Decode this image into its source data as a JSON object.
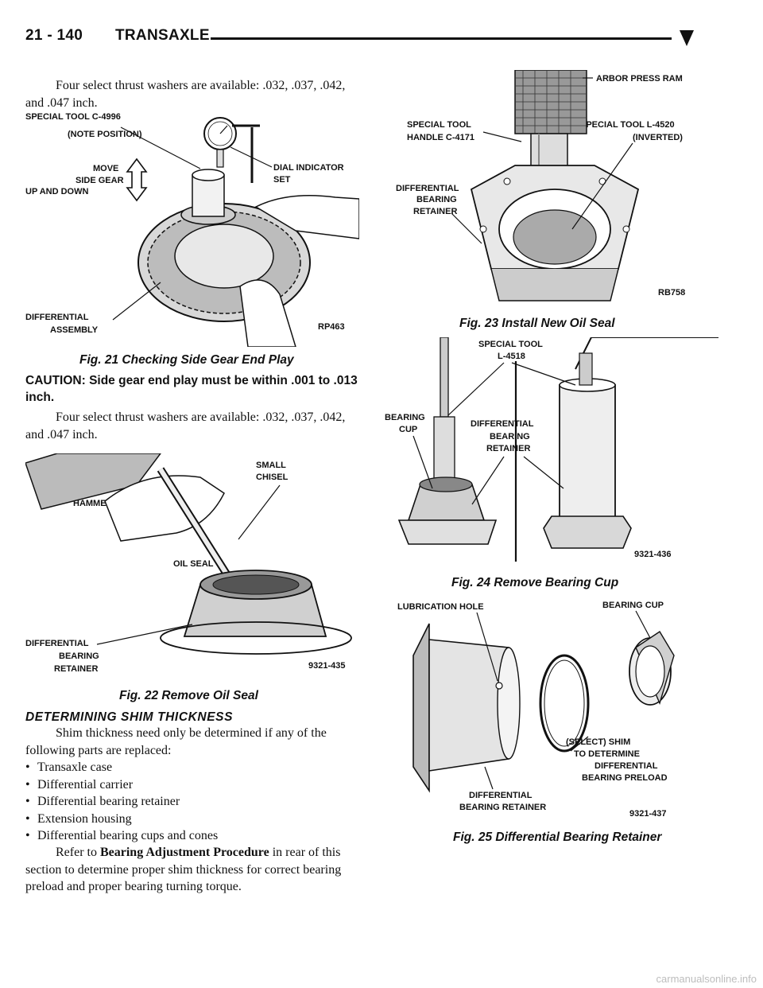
{
  "header": {
    "page_number": "21 - 140",
    "section": "TRANSAXLE"
  },
  "left_column": {
    "intro_text": "Four select thrust washers are available: .032, .037, .042, and .047 inch.",
    "fig21": {
      "caption": "Fig. 21 Checking Side Gear End Play",
      "labels": {
        "special_tool": "SPECIAL TOOL C-4996",
        "note_position": "(NOTE POSITION)",
        "move": "MOVE",
        "side_gear": "SIDE GEAR",
        "up_down": "UP AND DOWN",
        "dial_indicator": "DIAL INDICATOR",
        "set": "SET",
        "differential": "DIFFERENTIAL",
        "assembly": "ASSEMBLY",
        "code": "RP463"
      }
    },
    "caution": "CAUTION: Side gear end play must be within .001 to .013 inch.",
    "repeat_text": "Four select thrust washers are available: .032, .037, .042, and .047 inch.",
    "fig22": {
      "caption": "Fig. 22 Remove Oil Seal",
      "labels": {
        "small": "SMALL",
        "chisel": "CHISEL",
        "hammer": "HAMMER",
        "oil_seal": "OIL SEAL",
        "differential": "DIFFERENTIAL",
        "bearing": "BEARING",
        "retainer": "RETAINER",
        "code": "9321-435"
      }
    },
    "section_heading": "DETERMINING SHIM THICKNESS",
    "section_intro": "Shim thickness need only be determined if any of the following parts are replaced:",
    "bullets": [
      "Transaxle case",
      "Differential carrier",
      "Differential bearing retainer",
      "Extension housing",
      "Differential bearing cups and cones"
    ],
    "bullet_symbol": "•",
    "refer_prefix": "Refer to",
    "refer_bold": "Bearing Adjustment Procedure",
    "refer_suffix": "in rear of this section to determine proper shim thickness for correct bearing preload and proper bearing turning torque."
  },
  "right_column": {
    "fig23": {
      "caption": "Fig. 23 Install New Oil Seal",
      "labels": {
        "arbor": "ARBOR PRESS RAM",
        "special_tool": "SPECIAL TOOL",
        "handle": "HANDLE C-4171",
        "special_tool_l": "SPECIAL TOOL L-4520",
        "inverted": "(INVERTED)",
        "differential": "DIFFERENTIAL",
        "bearing": "BEARING",
        "retainer": "RETAINER",
        "code": "RB758"
      }
    },
    "fig24": {
      "caption": "Fig. 24 Remove Bearing Cup",
      "labels": {
        "special_tool": "SPECIAL TOOL",
        "tool_no": "L-4518",
        "bearing": "BEARING",
        "cup": "CUP",
        "differential": "DIFFERENTIAL",
        "bearing2": "BEARING",
        "retainer": "RETAINER",
        "code": "9321-436"
      }
    },
    "fig25": {
      "caption": "Fig. 25 Differential Bearing Retainer",
      "labels": {
        "lubrication": "LUBRICATION HOLE",
        "bearing_cup": "BEARING CUP",
        "select_shim": "(SELECT) SHIM",
        "to_determine": "TO DETERMINE",
        "differential": "DIFFERENTIAL",
        "bearing_preload": "BEARING PRELOAD",
        "diff_bottom": "DIFFERENTIAL",
        "bearing_retainer": "BEARING RETAINER",
        "code": "9321-437"
      }
    }
  },
  "footer": {
    "url": "carmanualsonline.info"
  }
}
